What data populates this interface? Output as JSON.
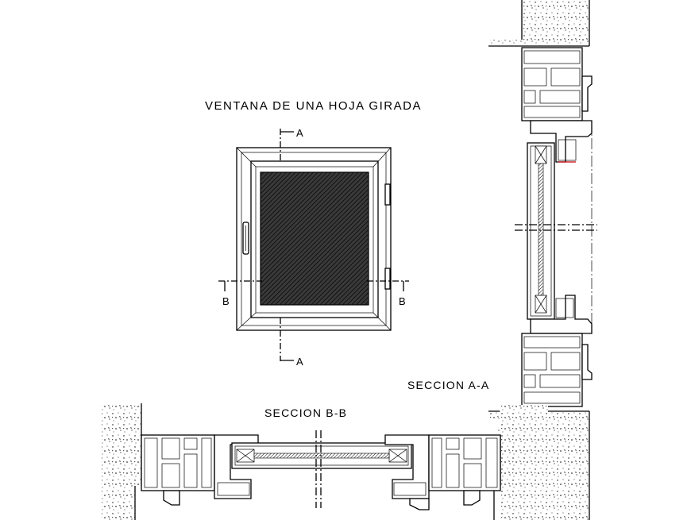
{
  "drawing": {
    "title": "VENTANA DE UNA HOJA GIRADA",
    "cut_labels": {
      "a_top": "A",
      "a_bottom": "A",
      "b_left": "B",
      "b_right": "B"
    },
    "section_aa_label": "SECCION A-A",
    "section_bb_label": "SECCION B-B"
  }
}
